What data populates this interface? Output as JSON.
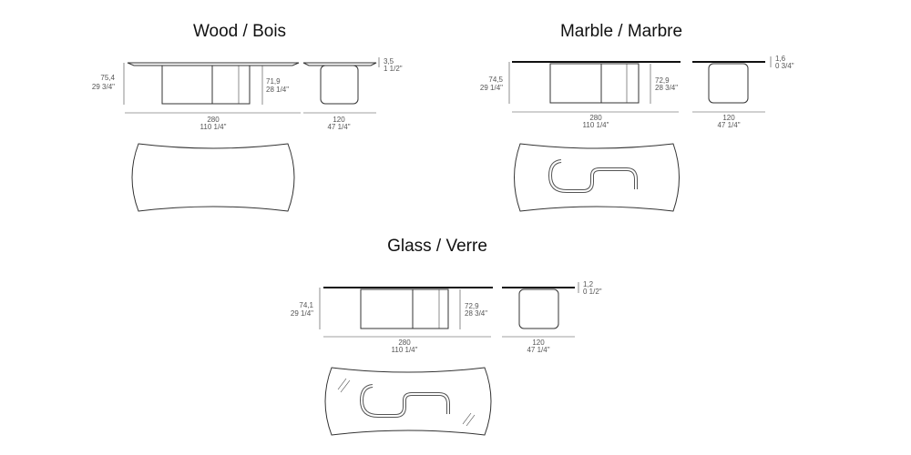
{
  "variants": [
    {
      "title": "Wood / Bois",
      "height_metric": "75,4",
      "height_imperial": "29 3/4\"",
      "leg_metric": "71,9",
      "leg_imperial": "28 1/4\"",
      "length_metric": "280",
      "length_imperial": "110 1/4\"",
      "width_metric": "120",
      "width_imperial": "47 1/4\"",
      "top_metric": "3,5",
      "top_imperial": "1 1/2\""
    },
    {
      "title": "Marble / Marbre",
      "height_metric": "74,5",
      "height_imperial": "29 1/4\"",
      "leg_metric": "72,9",
      "leg_imperial": "28 3/4\"",
      "length_metric": "280",
      "length_imperial": "110 1/4\"",
      "width_metric": "120",
      "width_imperial": "47 1/4\"",
      "top_metric": "1,6",
      "top_imperial": "0 3/4\""
    },
    {
      "title": "Glass / Verre",
      "height_metric": "74,1",
      "height_imperial": "29 1/4\"",
      "leg_metric": "72,9",
      "leg_imperial": "28 3/4\"",
      "length_metric": "280",
      "length_imperial": "110 1/4\"",
      "width_metric": "120",
      "width_imperial": "47 1/4\"",
      "top_metric": "1,2",
      "top_imperial": "0 1/2\""
    }
  ]
}
